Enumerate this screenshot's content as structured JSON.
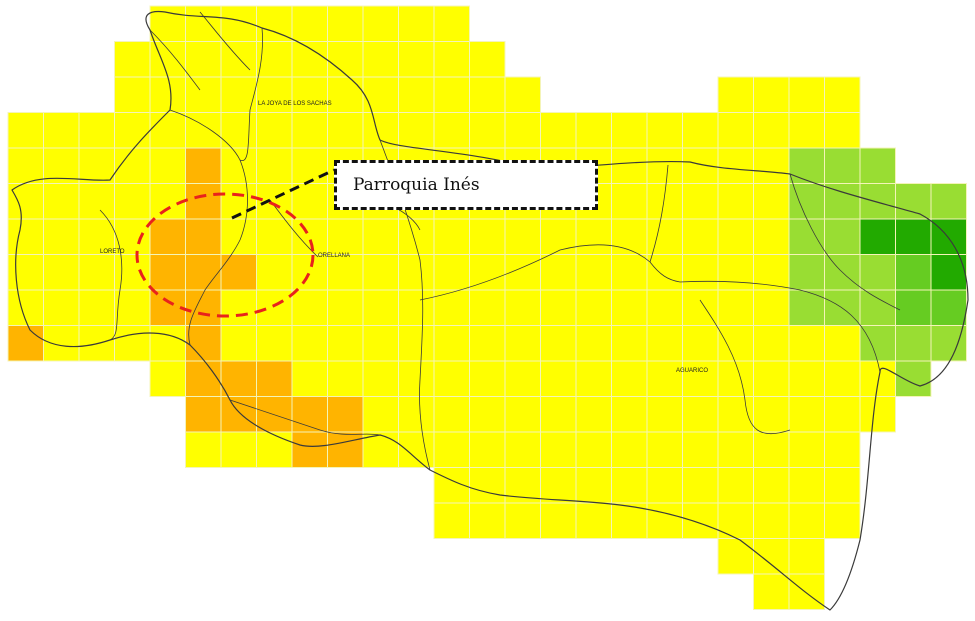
{
  "callout": {
    "label": "Parroquia Inés"
  },
  "labels": {
    "top_region": "LA JOYA DE LOS SACHAS",
    "west_region": "LORETO",
    "central_region": "ORELLANA",
    "east_region": "AGUARICO"
  },
  "colors": {
    "yellow": "#ffff00",
    "orange": "#ffb400",
    "light_green": "#99dd33",
    "mid_green": "#66cc22",
    "dark_green": "#22aa00",
    "ellipse": "#e8221c",
    "outline": "#3a3a3a"
  },
  "grid": {
    "cols": 27,
    "rows": 17,
    "cells": [
      "....YYYYYYYYY..............",
      "...YYYYYYYYYYY.............",
      "...YYYYYYYYYYYY.....YYYY...",
      "YYYYYYYYYYYYYYYYYYYYYYYY...",
      "YYYYYOYYYYYYYYYYYYYYYYLLL..",
      "YYYYYOYYYYYYYYYYYYYYYYLLLLL",
      "YYYYOOYYYYYYYYYYYYYYYYLLDDD",
      "YYYYOOOYYYYYYYYYYYYYYYLLLMD",
      "YYYYOOYYYYYYYYYYYYYYYYLLLMM",
      "OYYYYOYYYYYYYYYYYYYYYYYYLLL",
      "....YOOOYYYYYYYYYYYYYYYYYL.",
      ".....OOOOOYYYYYYYYYYYYYYY..",
      ".....YYYOOYYYYYYYYYYYYYY...",
      "............YYYYYYYYYYYY...",
      "............YYYYYYYYYYYY...",
      "....................YYY....",
      ".....................YY...."
    ]
  }
}
